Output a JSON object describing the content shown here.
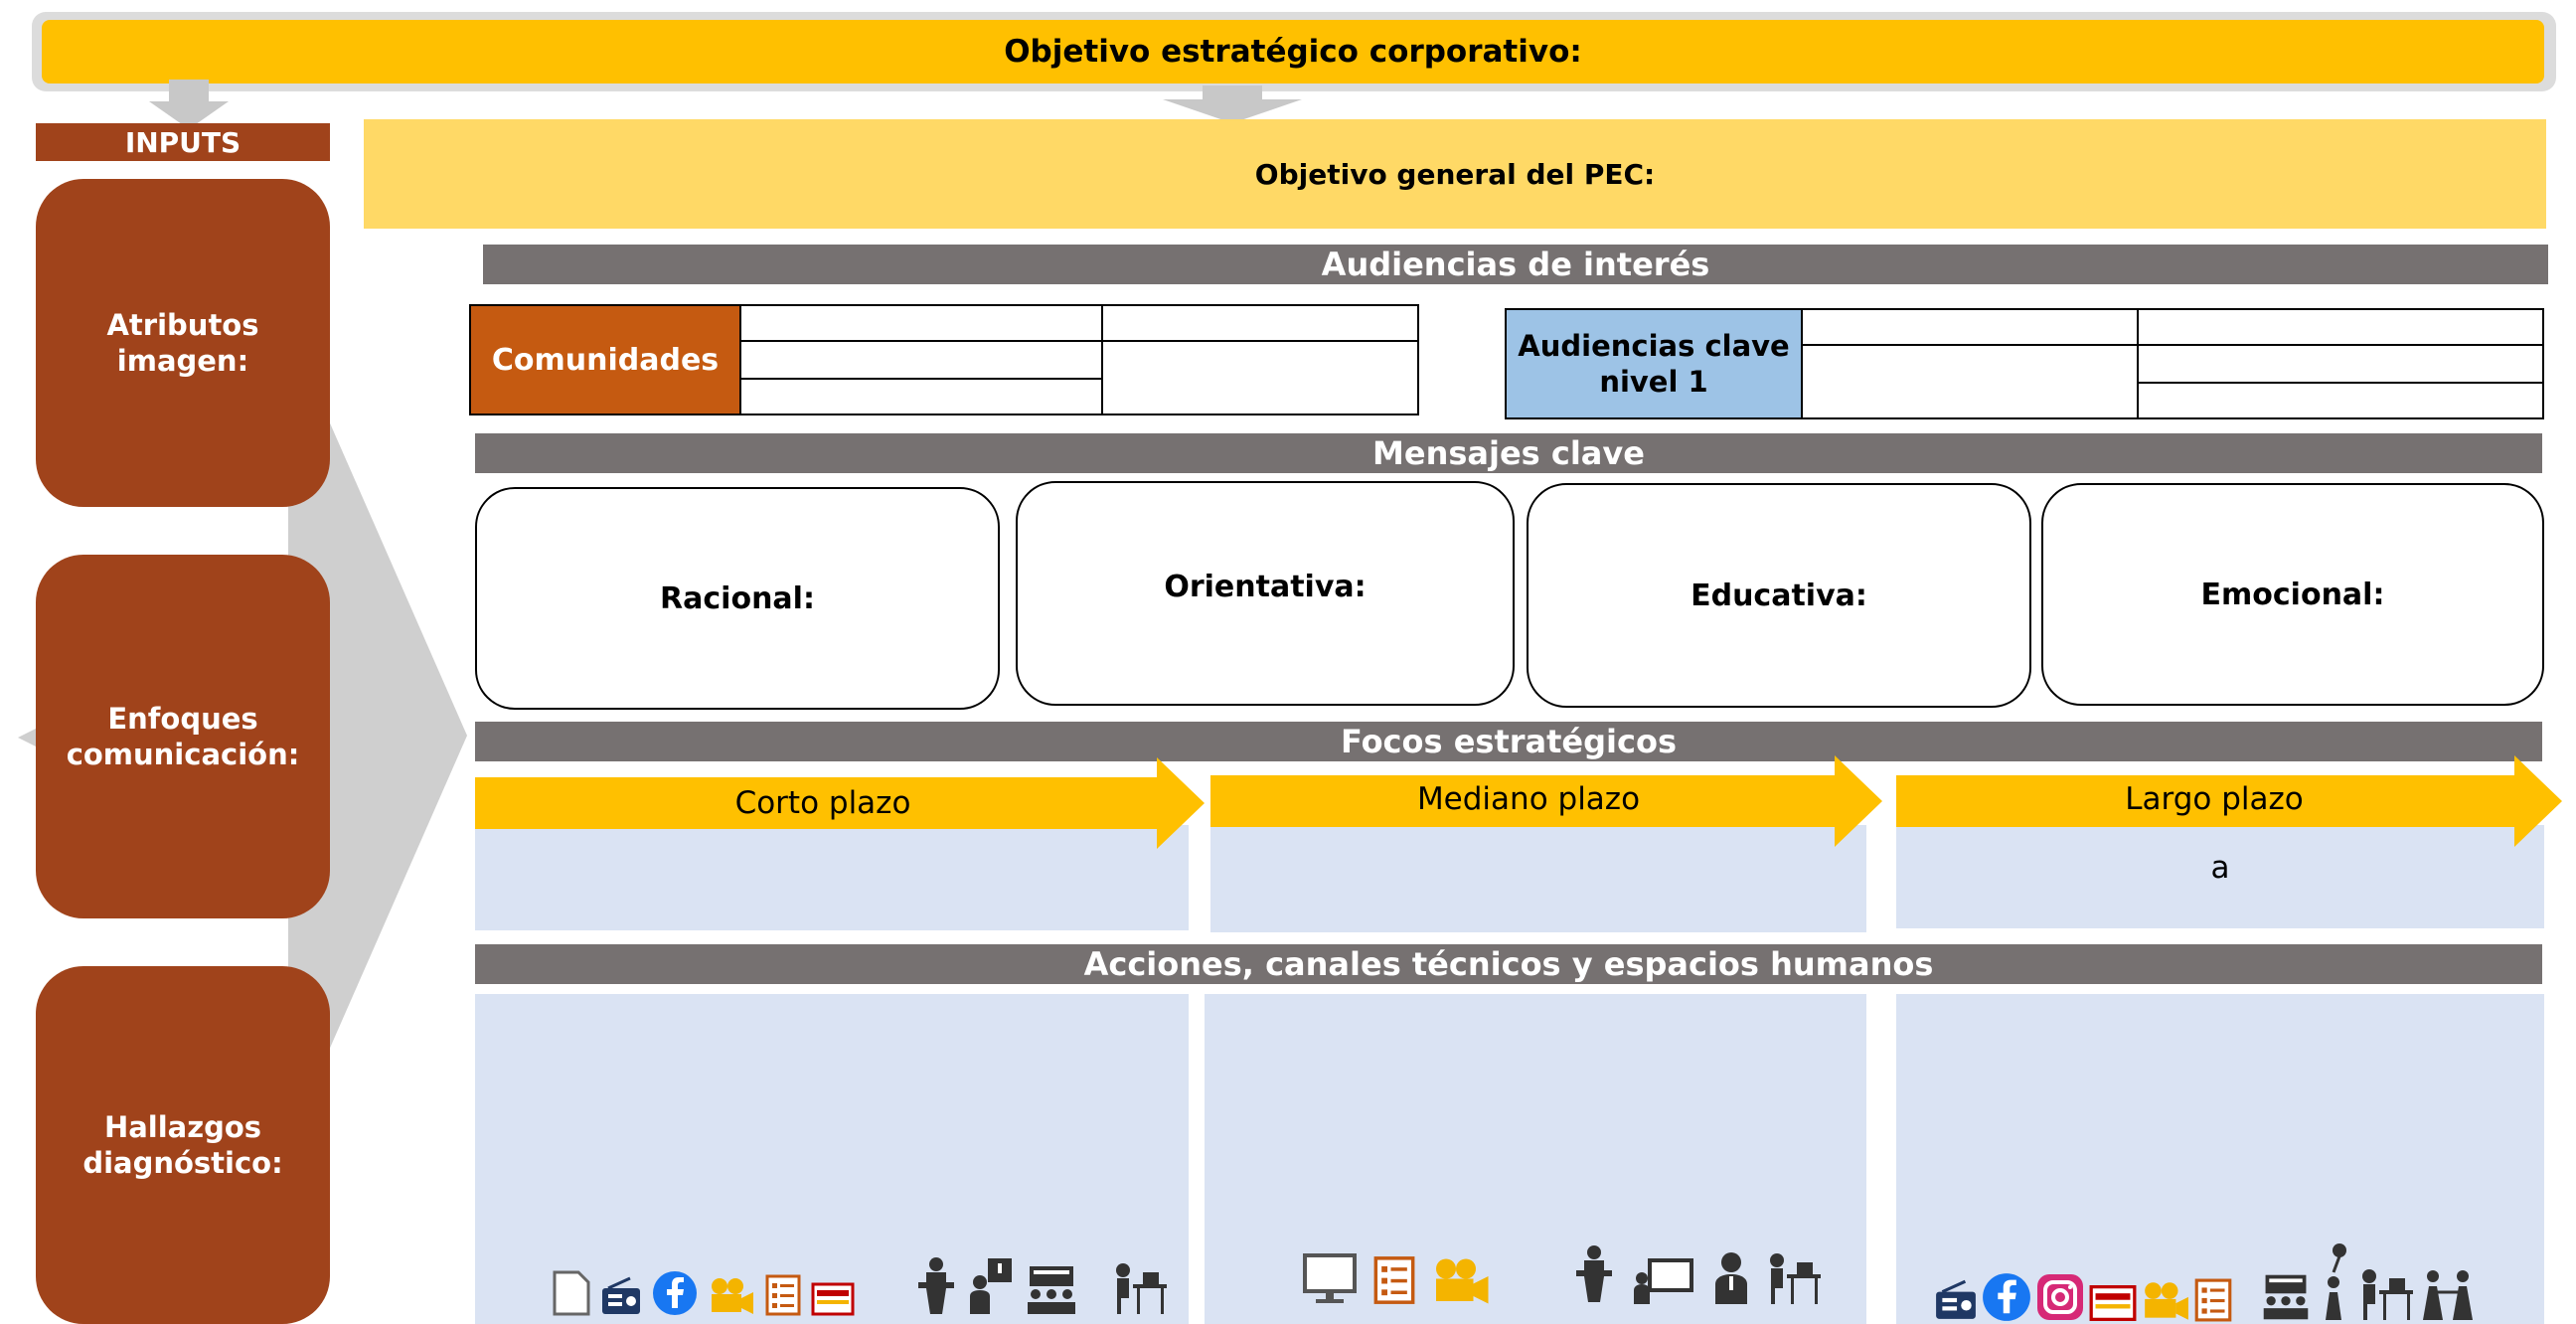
{
  "header": {
    "corporate_objective": "Objetivo estratégico corporativo:"
  },
  "inputs": {
    "label": "INPUTS",
    "items": [
      {
        "label": "Atributos\nimagen:"
      },
      {
        "label": "Enfoques\ncomunicación:"
      },
      {
        "label": "Hallazgos\ndiagnóstico:"
      }
    ]
  },
  "pec": {
    "general_objective": "Objetivo general del PEC:"
  },
  "audiences": {
    "header": "Audiencias de interés",
    "communities_label": "Comunidades",
    "key_audiences_label": "Audiencias clave\nnivel 1"
  },
  "messages": {
    "header": "Mensajes clave",
    "items": [
      "Racional:",
      "Orientativa:",
      "Educativa:",
      "Emocional:"
    ]
  },
  "focus": {
    "header": "Focos estratégicos",
    "terms": [
      "Corto plazo",
      "Mediano plazo",
      "Largo plazo"
    ],
    "long_term_note": "a"
  },
  "actions": {
    "header": "Acciones, canales técnicos y espacios humanos"
  },
  "colors": {
    "yellow": "#ffc000",
    "light_yellow": "#ffd966",
    "brown": "#a0431b",
    "orange": "#c55a11",
    "gray": "#767171",
    "light_blue": "#dae3f3",
    "key_blue": "#9dc3e6"
  },
  "icons": {
    "short": [
      "document-icon",
      "radio-icon",
      "facebook-icon",
      "video-camera-icon",
      "checklist-icon",
      "newspaper-icon",
      "speaker-podium-icon",
      "presenter-icon",
      "meeting-icon",
      "desk-worker-icon"
    ],
    "medium": [
      "monitor-icon",
      "checklist-icon",
      "video-camera-icon",
      "speaker-podium-icon",
      "whiteboard-icon",
      "person-icon",
      "desk-worker-icon"
    ],
    "long": [
      "radio-icon",
      "facebook-icon",
      "instagram-icon",
      "newspaper-icon",
      "video-camera-icon",
      "checklist-icon",
      "meeting-icon",
      "cyclist-icon",
      "desk-worker-icon",
      "group-icon"
    ]
  }
}
